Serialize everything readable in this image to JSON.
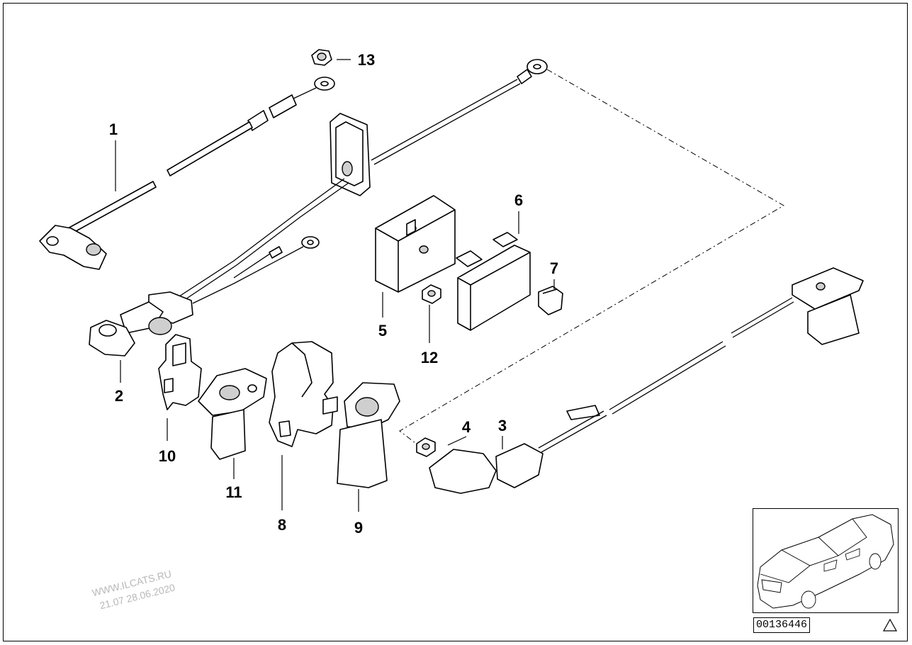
{
  "diagram": {
    "callouts": [
      "1",
      "2",
      "3",
      "4",
      "5",
      "6",
      "7",
      "8",
      "9",
      "10",
      "11",
      "12",
      "13"
    ],
    "id": "00136446",
    "watermark": [
      "WWW.ILCATS.RU",
      "21.07 28.06.2020"
    ]
  },
  "icons": {
    "thumbnail": "car-thumbnail-icon",
    "warning": "warning-triangle-icon"
  }
}
